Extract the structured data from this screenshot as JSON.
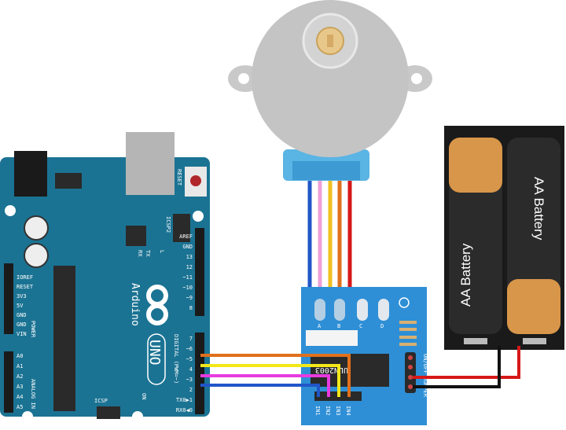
{
  "arduino": {
    "brand": "Arduino",
    "model": "UNO",
    "reset_label": "RESET",
    "icsp_label": "ICSP",
    "icsp2_label": "ICSP2",
    "on_label": "ON",
    "tx_label": "TX",
    "rx_label": "RX",
    "l_label": "L",
    "digital_label": "DIGITAL (PWM=~)",
    "power_label": "POWER",
    "analog_label": "ANALOG IN",
    "digital_pins": [
      "AREF",
      "GND",
      "13",
      "12",
      "~11",
      "~10",
      "~9",
      "8",
      "7",
      "~6",
      "~5",
      "4",
      "~3",
      "2",
      "TX0▶1",
      "RX0◀0"
    ],
    "power_pins": [
      "IOREF",
      "RESET",
      "3V3",
      "5V",
      "GND",
      "GND",
      "VIN"
    ],
    "analog_pins": [
      "A0",
      "A1",
      "A2",
      "A3",
      "A4",
      "A5"
    ]
  },
  "driver": {
    "chip": "ULN2003",
    "inputs": [
      "IN1",
      "IN2",
      "IN3",
      "IN4"
    ],
    "leds": [
      "A",
      "B",
      "C",
      "D"
    ],
    "jumper_label": "ON/OFF JUMPER"
  },
  "battery": {
    "cells": [
      "AA Battery",
      "AA Battery"
    ]
  },
  "colors": {
    "board_arduino": "#1b7393",
    "board_driver": "#2e8fd6",
    "wire_orange": "#e0701c",
    "wire_yellow": "#f2e81a",
    "wire_magenta": "#e83ae0",
    "wire_blue": "#2156c8",
    "wire_pink": "#eea0d8",
    "wire_red": "#d61818",
    "wire_black": "#111111"
  }
}
